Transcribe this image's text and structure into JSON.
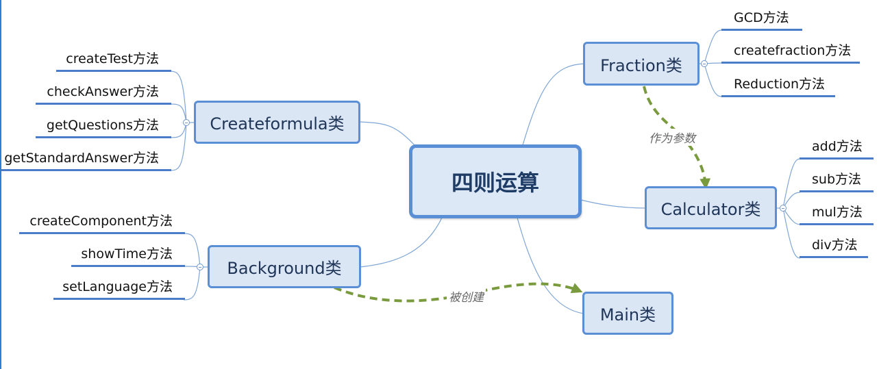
{
  "root": {
    "label": "四则运算"
  },
  "classes": {
    "createformula": "Createformula类",
    "background": "Background类",
    "fraction": "Fraction类",
    "calculator": "Calculator类",
    "main": "Main类"
  },
  "methods": {
    "createformula": [
      "createTest方法",
      "checkAnswer方法",
      "getQuestions方法",
      "getStandardAnswer方法"
    ],
    "background": [
      "createComponent方法",
      "showTime方法",
      "setLanguage方法"
    ],
    "fraction": [
      "GCD方法",
      "createfraction方法",
      "Reduction方法"
    ],
    "calculator": [
      "add方法",
      "sub方法",
      "mul方法",
      "div方法"
    ]
  },
  "relations": {
    "fraction_to_calculator": "作为参数",
    "background_to_main": "被创建"
  },
  "colors": {
    "node_fill": "#dbe6f5",
    "node_border": "#5a8fd6",
    "branch_line": "#7fa6d6",
    "relation_arrow": "#7a9a3e"
  }
}
